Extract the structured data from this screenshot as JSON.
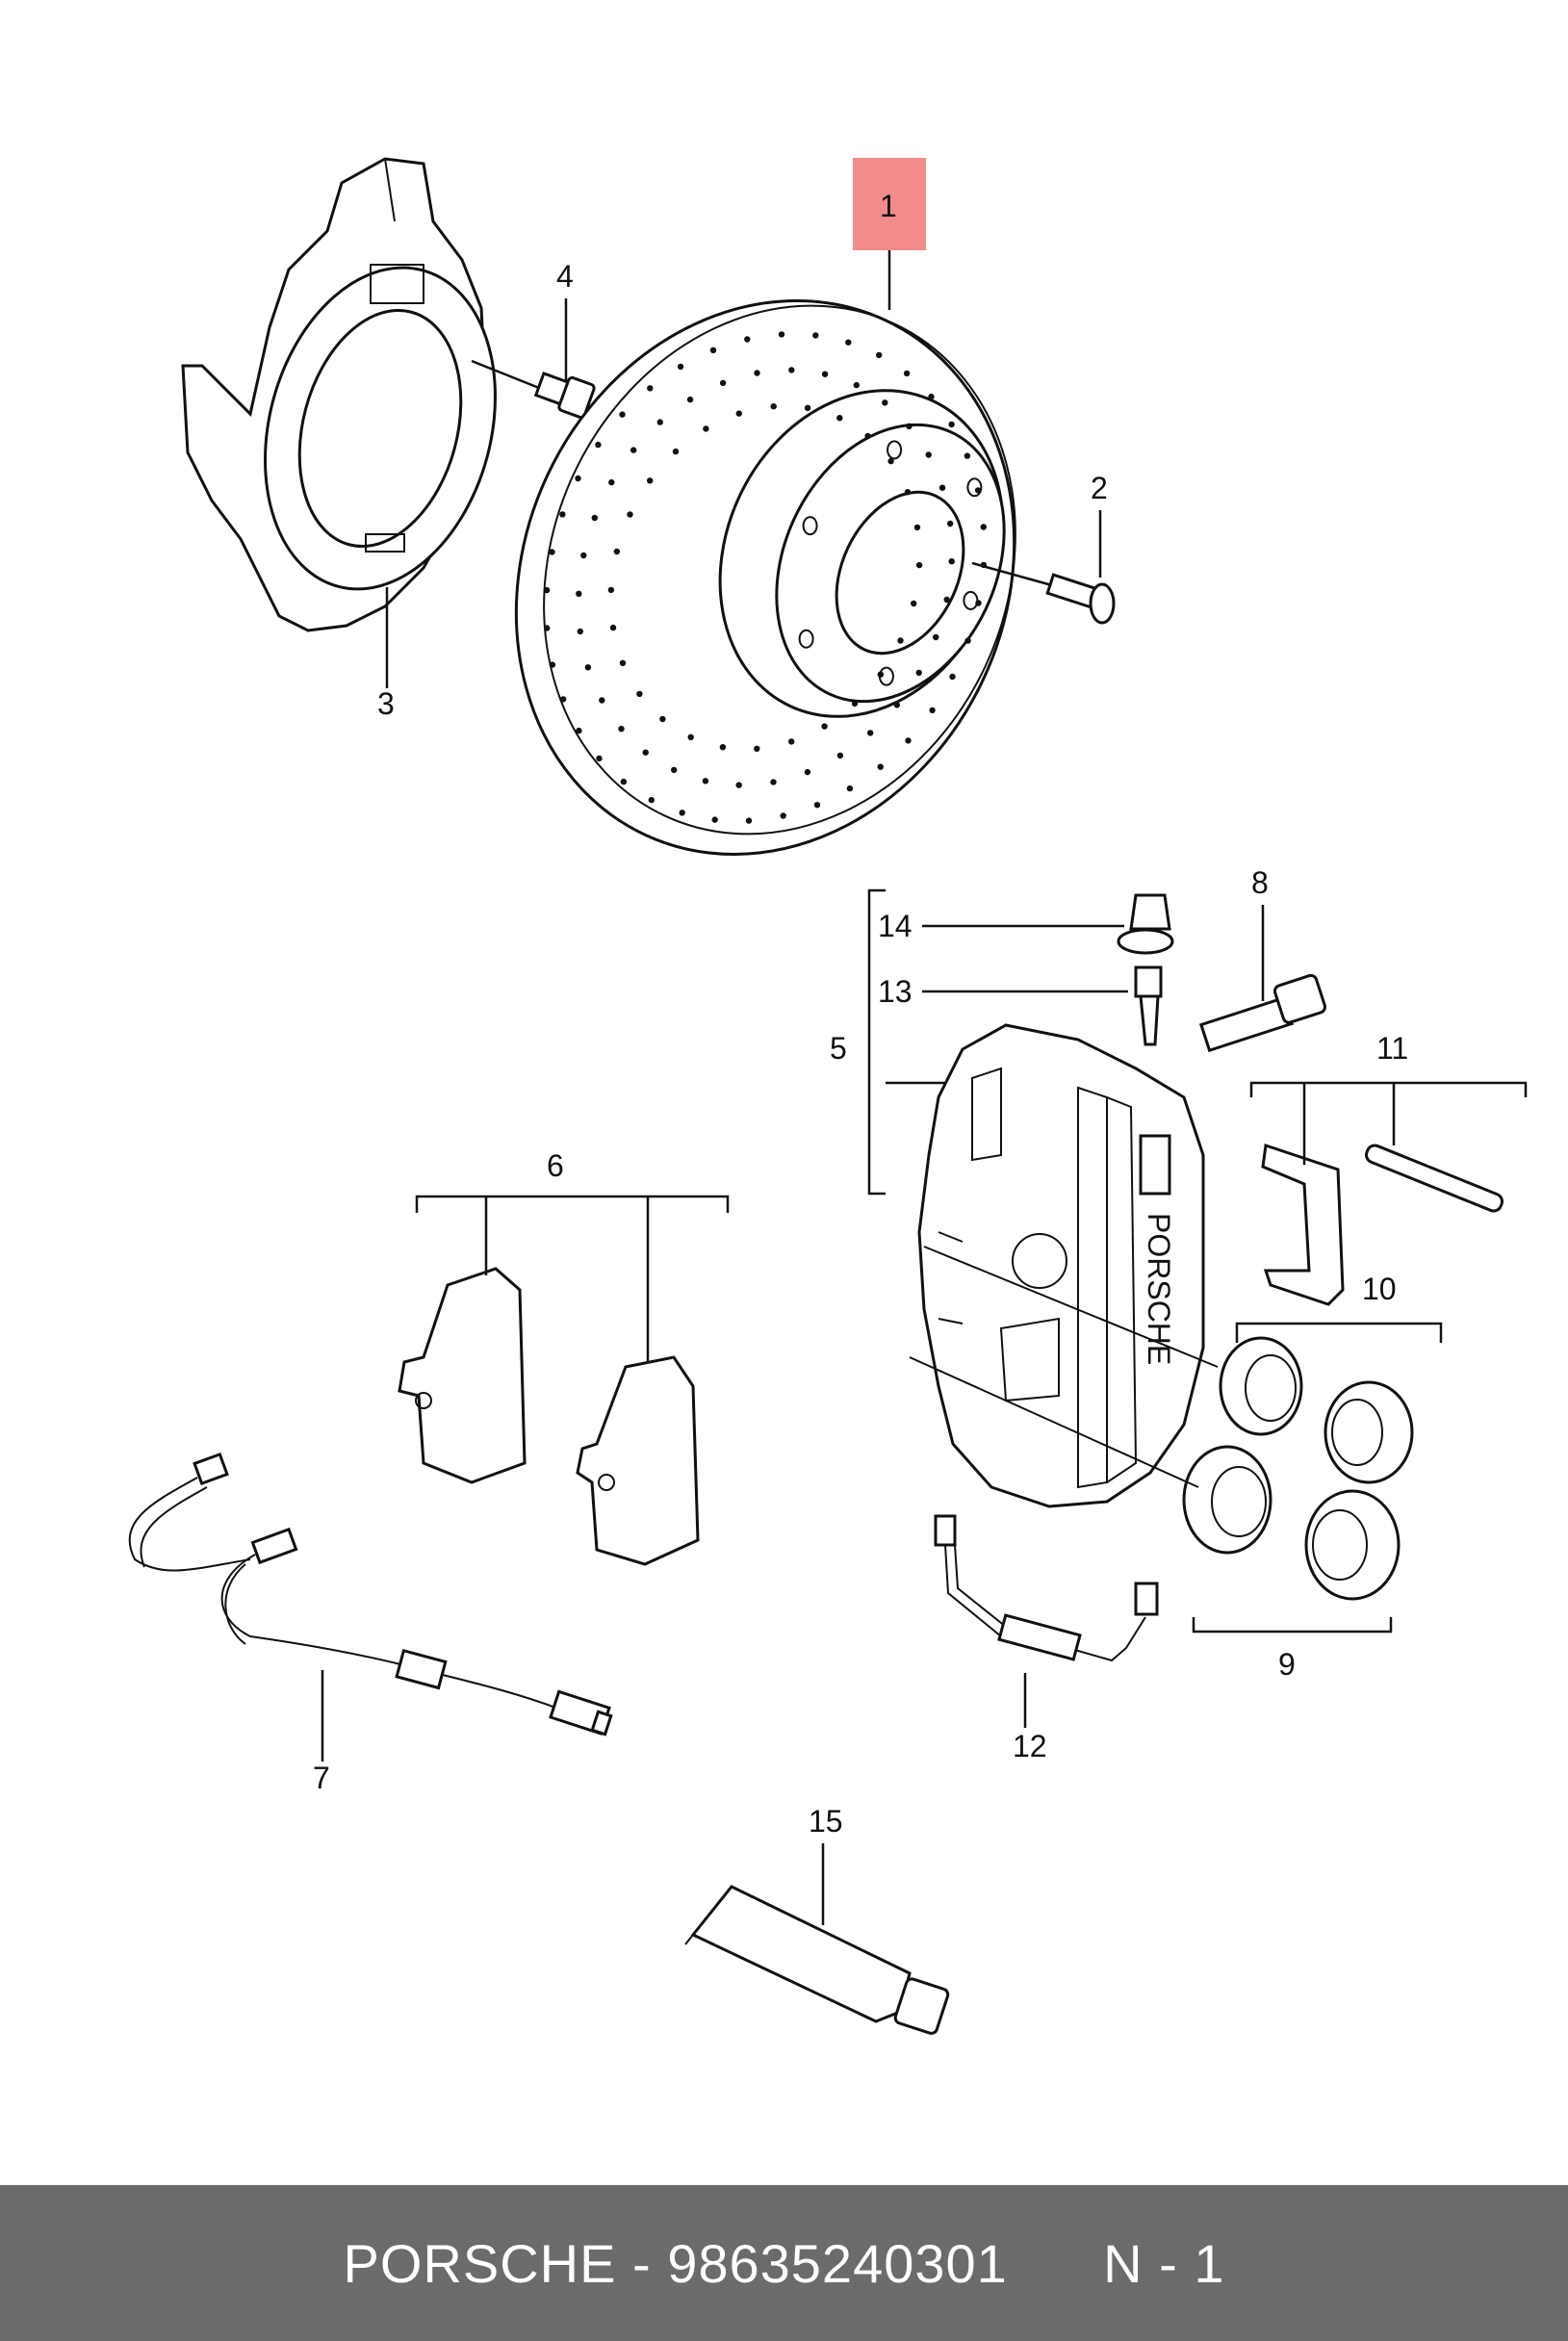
{
  "diagram": {
    "highlight_color": "#f28b8b",
    "highlighted_callout": "1",
    "callouts": {
      "c1": "1",
      "c2": "2",
      "c3": "3",
      "c4": "4",
      "c5": "5",
      "c6": "6",
      "c7": "7",
      "c8": "8",
      "c9": "9",
      "c10": "10",
      "c11": "11",
      "c12": "12",
      "c13": "13",
      "c14": "14",
      "c15": "15"
    },
    "caliper_brand": "PORSCHE"
  },
  "footer": {
    "background": "#6b6b6b",
    "brand": "PORSCHE",
    "separator": "-",
    "part_number": "98635240301",
    "position": "N - 1"
  }
}
